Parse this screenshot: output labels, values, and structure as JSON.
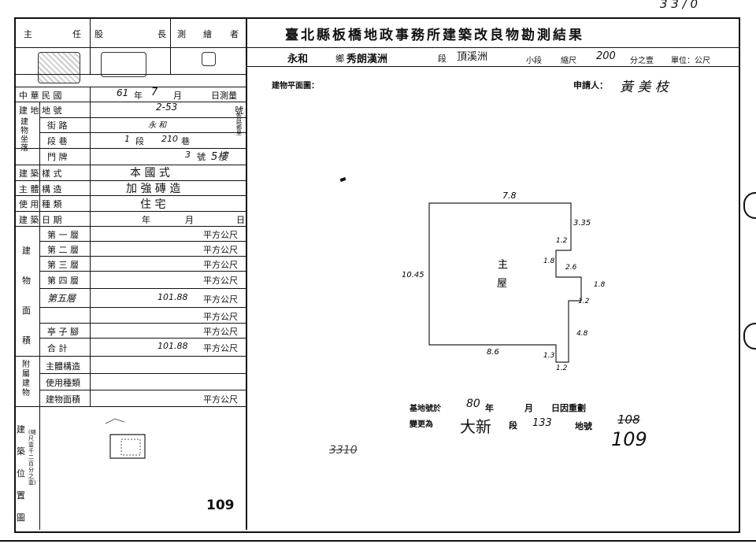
{
  "corner_note": "3 3 / 0",
  "header": {
    "zhu": "主",
    "ren": "任",
    "gu": "股",
    "zhang": "長",
    "ce": "測",
    "hui": "繪",
    "zhe": "者"
  },
  "title": "臺北縣板橋地政事務所建築改良物勘測結果",
  "location": {
    "town": "永和",
    "town_suffix": "鄉",
    "section_name": "秀朗漢洲",
    "section_label": "段",
    "subsection": "頂溪洲",
    "subsection_label": "小段",
    "scale_label": "縮尺",
    "scale_value": "200",
    "scale_suffix": "分之壹",
    "unit": "單位：公尺"
  },
  "plan_label": "建物平面圖：",
  "applicant_label": "申請人：",
  "applicant_name": "黃 美 枝",
  "rows": {
    "date_label": "中 華 民 國",
    "date_year": "61",
    "date_year_unit": "年",
    "date_month": "7",
    "date_month_unit": "月",
    "date_day_unit": "日測量",
    "land_label": "建 地 地 號",
    "land_value": "2-53",
    "land_unit": "號",
    "addr_group": "建物坐落",
    "street_label": "街 路",
    "street_value": "永 和",
    "street_side": "街路鄉里",
    "lane_label": "段 巷",
    "lane_section": "1",
    "lane_section_unit": "段",
    "lane_value": "210",
    "lane_unit": "巷",
    "door_label": "門 牌",
    "door_value": "3",
    "door_unit": "號",
    "door_floor": "5樓",
    "style_label": "建 築 樣 式",
    "style_value": "本 國 式",
    "struct_label": "主 體 構 造",
    "struct_value": "加 強 磚 造",
    "use_label": "使 用 種 類",
    "use_value": "住 宅",
    "built_label": "建 築 日 期",
    "built_year": "年",
    "built_month": "月",
    "built_day": "日",
    "area_group": "建物面積",
    "floors": [
      {
        "label": "第 一 層",
        "value": "",
        "unit": "平方公尺"
      },
      {
        "label": "第 二 層",
        "value": "",
        "unit": "平方公尺"
      },
      {
        "label": "第 三 層",
        "value": "",
        "unit": "平方公尺"
      },
      {
        "label": "第 四 層",
        "value": "",
        "unit": "平方公尺"
      },
      {
        "label": "第五層",
        "value": "101.88",
        "unit": "平方公尺"
      },
      {
        "label": "",
        "value": "",
        "unit": "平方公尺"
      },
      {
        "label": "亭 子 腳",
        "value": "",
        "unit": "平方公尺"
      },
      {
        "label": "合 計",
        "value": "101.88",
        "unit": "平方公尺"
      }
    ],
    "annex_group": "附屬建物",
    "annex_struct": "主體構造",
    "annex_use": "使用種類",
    "annex_area": "建物面積",
    "annex_area_unit": "平方公尺",
    "position_group": "建築位置圖",
    "position_note": "(縮尺壹千二百分之壹)"
  },
  "page_number": "109",
  "plan": {
    "dims": [
      "7.8",
      "3.35",
      "1.2",
      "1.8",
      "2.6",
      "1.8",
      "1.2",
      "4.8",
      "1.3",
      "1.2",
      "8.6",
      "10.45"
    ],
    "room_label_1": "主",
    "room_label_2": "屋"
  },
  "remark": {
    "line1_prefix": "基地號於",
    "year": "80",
    "year_unit": "年",
    "month_unit": "月",
    "day_text": "日因重劃",
    "line2_prefix": "變更為",
    "new_section": "大新",
    "section_unit": "段",
    "new_number": "133",
    "number_unit": "地號",
    "old_lot": "108",
    "new_lot": "109",
    "old_ref": "3310"
  }
}
